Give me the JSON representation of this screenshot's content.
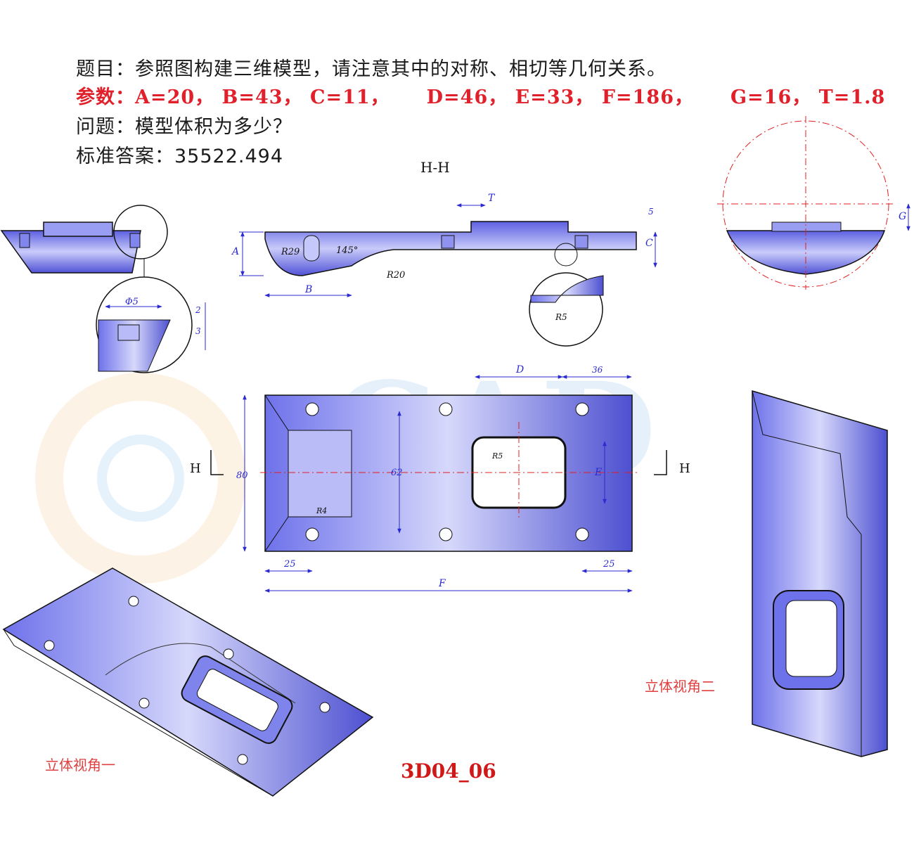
{
  "header": {
    "topic": "题目：参照图构建三维模型，请注意其中的对称、相切等几何关系。",
    "params": "参数：A=20， B=43， C=11，     D=46， E=33， F=186，     G=16， T=1.8",
    "question": "问题：模型体积为多少？",
    "answer": "标准答案：35522.494"
  },
  "section_label": "H-H",
  "section_marker": "H",
  "dims": {
    "A": "A",
    "B": "B",
    "C": "C",
    "D": "D",
    "E": "E",
    "F": "F",
    "G": "G",
    "T": "T",
    "r29": "R29",
    "r20": "R20",
    "r5": "R5",
    "r4": "R4",
    "angle": "145°",
    "five": "5",
    "phi5": "Φ5",
    "two": "2",
    "three": "3",
    "eighty": "80",
    "sixtytwo": "62",
    "thirtysix": "36",
    "twentyfive_l": "25",
    "twentyfive_r": "25"
  },
  "captions": {
    "view1": "立体视角一",
    "view2": "立体视角二"
  },
  "part_code": "3D04_06",
  "colors": {
    "accent": "#e0202a",
    "part_fill": "#8a8ff0",
    "dim_line": "#2a2ad0",
    "center_line": "#e02020"
  }
}
